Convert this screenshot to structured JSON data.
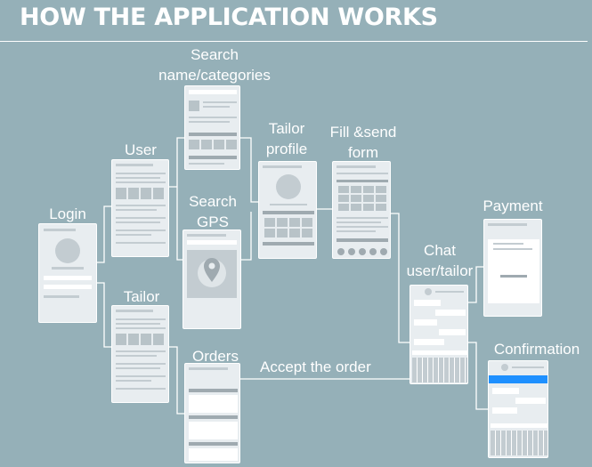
{
  "title": "HOW THE APPLICATION WORKS",
  "steps": {
    "login": "Login",
    "user": "User",
    "tailor": "Tailor",
    "search_name": "Search\nname/categories",
    "search_gps": "Search\nGPS",
    "orders": "Orders",
    "tailor_profile": "Tailor\nprofile",
    "fill_send_form": "Fill &send\nform",
    "chat": "Chat\nuser/tailor",
    "payment": "Payment",
    "confirmation": "Confirmation"
  },
  "edge_labels": {
    "accept_order": "Accept the order"
  },
  "colors": {
    "background": "#95b0b8",
    "screen": "#e8edf0",
    "accent": "#1e90ff"
  }
}
